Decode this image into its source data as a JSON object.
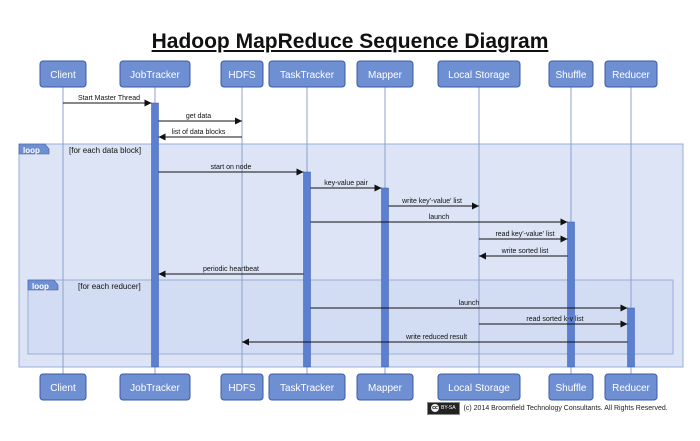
{
  "title": "Hadoop MapReduce Sequence Diagram",
  "participants": [
    {
      "id": "client",
      "label": "Client"
    },
    {
      "id": "jobtracker",
      "label": "JobTracker"
    },
    {
      "id": "hdfs",
      "label": "HDFS"
    },
    {
      "id": "tasktracker",
      "label": "TaskTracker"
    },
    {
      "id": "mapper",
      "label": "Mapper"
    },
    {
      "id": "localstorage",
      "label": "Local Storage"
    },
    {
      "id": "shuffle",
      "label": "Shuffle"
    },
    {
      "id": "reducer",
      "label": "Reducer"
    }
  ],
  "fragments": [
    {
      "tag": "loop",
      "guard": "[for each data block]"
    },
    {
      "tag": "loop",
      "guard": "[for each reducer]"
    }
  ],
  "messages": [
    {
      "from": "client",
      "to": "jobtracker",
      "label": "Start Master Thread"
    },
    {
      "from": "jobtracker",
      "to": "hdfs",
      "label": "get data"
    },
    {
      "from": "hdfs",
      "to": "jobtracker",
      "label": "list of data blocks"
    },
    {
      "from": "jobtracker",
      "to": "tasktracker",
      "label": "start on node"
    },
    {
      "from": "tasktracker",
      "to": "mapper",
      "label": "key-value pair"
    },
    {
      "from": "mapper",
      "to": "localstorage",
      "label": "write key'-value' list"
    },
    {
      "from": "tasktracker",
      "to": "shuffle",
      "label": "launch"
    },
    {
      "from": "localstorage",
      "to": "shuffle",
      "label": "read key'-value' list"
    },
    {
      "from": "shuffle",
      "to": "localstorage",
      "label": "write sorted list"
    },
    {
      "from": "tasktracker",
      "to": "jobtracker",
      "label": "periodic heartbeat"
    },
    {
      "from": "tasktracker",
      "to": "reducer",
      "label": "launch"
    },
    {
      "from": "localstorage",
      "to": "reducer",
      "label": "read sorted k-v list"
    },
    {
      "from": "reducer",
      "to": "hdfs",
      "label": "write reduced result"
    }
  ],
  "footer": {
    "license_badge": "BY-SA",
    "copyright": "(c) 2014 Broomfield Technology Consultants. All Rights Reserved."
  },
  "colors": {
    "box_fill": "#6f8fd3",
    "box_stroke": "#3b5aa6",
    "box_text": "#ffffff",
    "activation": "#5b7fd1",
    "fragment_fill": "#dce4f6",
    "fragment_stroke": "#9aaedb",
    "tag_fill": "#6f8fd3",
    "lifeline": "#8da0cc",
    "arrow": "#111111"
  }
}
